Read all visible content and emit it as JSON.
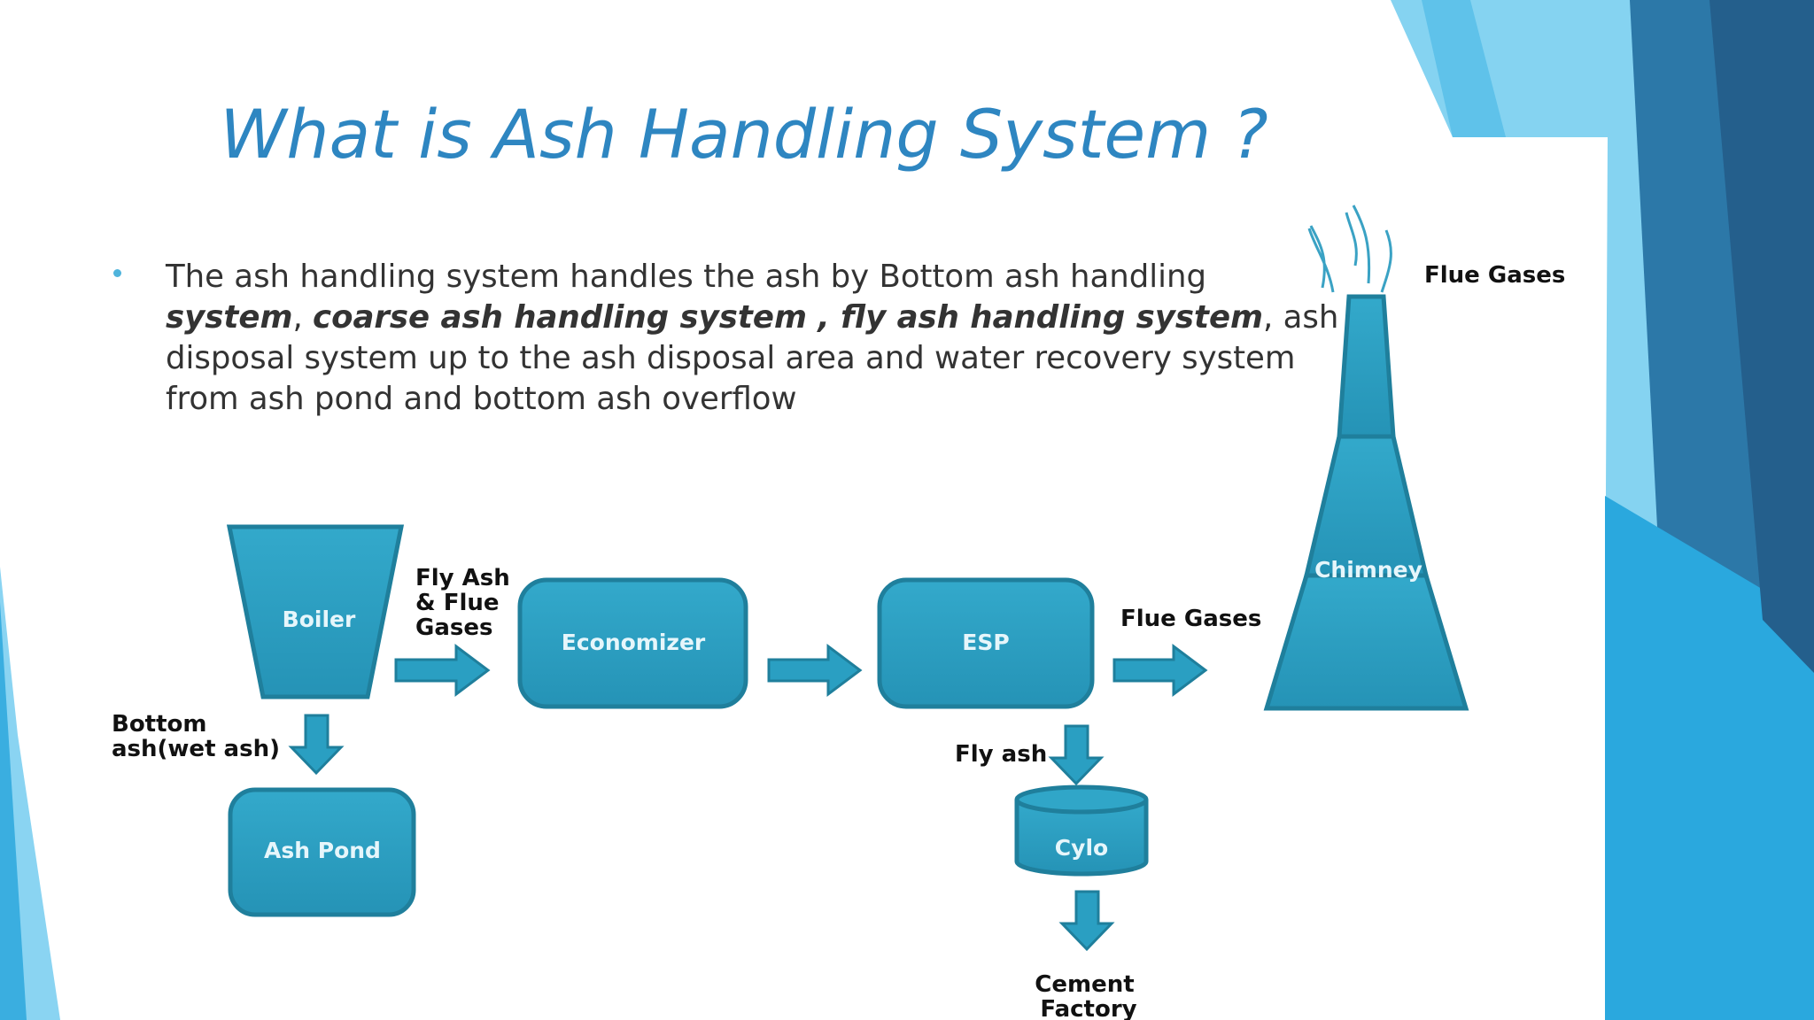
{
  "slide": {
    "title": "What is Ash Handling System ?",
    "bullet": {
      "t1": "The ash handling system handles the ash by Bottom ash handling ",
      "b1": "system",
      "t2": ", ",
      "b2": "coarse ash handling system , fly ash handling system",
      "t3": ", ash disposal system up to the ash disposal area and water recovery system from ash pond and bottom ash overflow"
    }
  },
  "diagram": {
    "boiler": "Boiler",
    "economizer": "Economizer",
    "esp": "ESP",
    "chimney": "Chimney",
    "ash_pond": "Ash Pond",
    "cylo": "Cylo",
    "fly_ash_flue_gases": [
      "Fly Ash",
      "& Flue",
      "Gases"
    ],
    "flue_gases_mid": "Flue Gases",
    "flue_gases_top": "Flue Gases",
    "bottom_ash": [
      "Bottom",
      "ash(wet ash)"
    ],
    "fly_ash": "Fly ash",
    "cement_factory": [
      "Cement",
      "Factory"
    ]
  },
  "colors": {
    "title": "#2e86c1",
    "node_fill": "#2a9fc2",
    "node_stroke": "#1f7f9c",
    "theme_dark": "#256b9a",
    "theme_light": "#7fd0ef"
  }
}
